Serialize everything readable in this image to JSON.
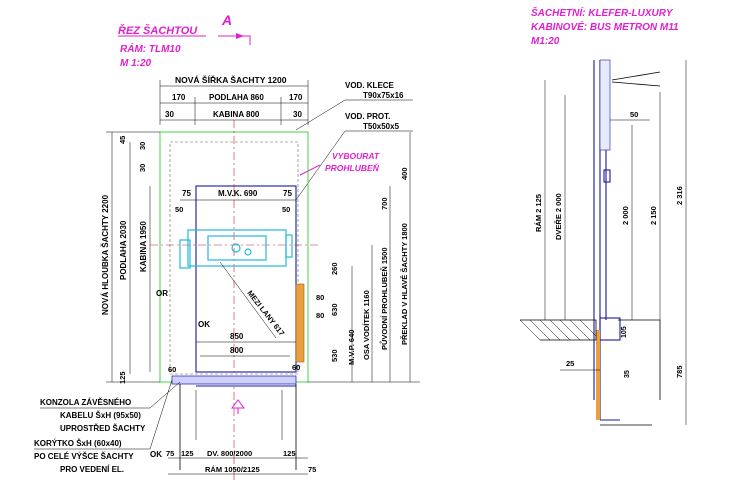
{
  "section": {
    "title": "ŘEZ ŠACHTOU",
    "marker": "A",
    "frame": "RÁM: TLM10",
    "scale": "M 1:20"
  },
  "right_header": {
    "line1": "ŠACHETNÍ: KLEFER-LUXURY",
    "line2": "KABINOVÉ: BUS METRON M11",
    "scale": "M1:20"
  },
  "top_dims": {
    "shaft_width": "NOVÁ ŠÍŘKA ŠACHTY 1200",
    "left_gap": "170",
    "floor": "PODLAHA 860",
    "right_gap": "170",
    "left_30": "30",
    "cabin": "KABINA 800",
    "right_30": "30"
  },
  "rails": {
    "cage_rail": "VOD. KLECE",
    "cage_rail_size": "T90x75x16",
    "counter_rail": "VOD. PROT.",
    "counter_rail_size": "T50x50x5"
  },
  "pit": {
    "line1": "VYBOURAT",
    "line2": "PROHLUBEŇ"
  },
  "inner": {
    "mvk": "M.V.K. 690",
    "mezi_lany": "MEZI LANY 617",
    "or_label": "OR",
    "ok_label": "OK",
    "d75a": "75",
    "d75b": "75",
    "d50a": "50",
    "d50b": "50",
    "d60a": "60",
    "d60b": "60",
    "d850": "850",
    "d800": "800",
    "d80a": "80",
    "d80b": "80"
  },
  "left_dims": {
    "depth": "NOVÁ HLOUBKA ŠACHTY 2200",
    "floor_depth": "PODLAHA 2030",
    "cabin_depth": "KABINA 1950",
    "d45": "45",
    "d30": "30",
    "d30b": "30",
    "d125": "125"
  },
  "right_dims": {
    "d400": "400",
    "d700": "700",
    "d1800": "PŘEKLAD V HLAVĚ ŠACHTY 1800",
    "d1500": "PŮVODNÍ PROHLUBEŇ 1500",
    "d1160": "OSA VODÍTEK 1160",
    "d640": "M.V.P. 640",
    "d260": "260",
    "d630": "630",
    "d530": "530"
  },
  "bottom_notes": {
    "bracket1": "KONZOLA ZÁVĚSNÉHO",
    "bracket2": "KABELU ŠxH (95x50)",
    "bracket3": "UPROSTŘED ŠACHTY",
    "trough1": "KORÝTKO ŠxH (60x40)",
    "trough2": "PO CELÉ VÝŠCE ŠACHTY",
    "trough3": "PRO VEDENÍ EL.",
    "ok2": "OK"
  },
  "bottom_dims": {
    "d75a": "75",
    "d125a": "125",
    "door": "DV. 800/2000",
    "d125b": "125",
    "d75b": "75",
    "frame": "RÁM 1050/2125"
  },
  "side_view": {
    "d50": "50",
    "frame": "RÁM 2 125",
    "door": "DVEŘE 2 000",
    "d2000": "2 000",
    "d2150": "2 150",
    "d2316": "2 316",
    "d105": "105",
    "d25": "25",
    "d35": "35",
    "d785": "785"
  },
  "colors": {
    "magenta": "#e020d0",
    "green": "#33cc33",
    "blue": "#1a1aa0",
    "cyan": "#22b8e0",
    "orange": "#e8a040"
  }
}
